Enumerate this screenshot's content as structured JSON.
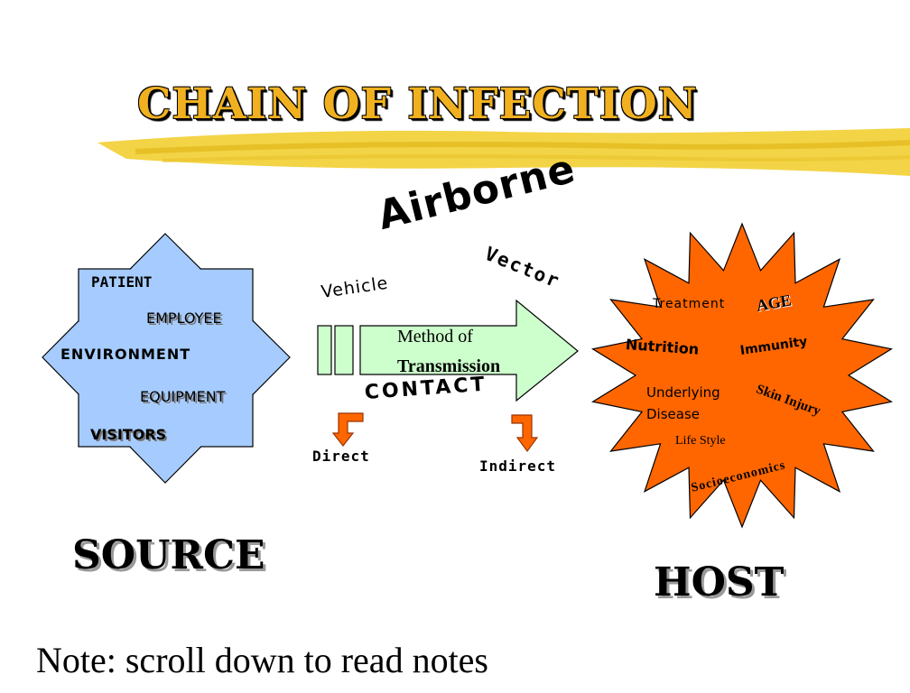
{
  "title": "CHAIN OF INFECTION",
  "source": {
    "label": "SOURCE",
    "items": [
      "PATIENT",
      "EMPLOYEE",
      "ENVIRONMENT",
      "EQUIPMENT",
      "VISITORS"
    ]
  },
  "transmission": {
    "arrow_label_line1": "Method of",
    "arrow_label_line2": "Transmission",
    "airborne": "Airborne",
    "vector": "Vector",
    "vehicle": "Vehicle",
    "contact": "CONTACT",
    "direct": "Direct",
    "indirect": "Indirect"
  },
  "host": {
    "label": "HOST",
    "factors": {
      "treatment": "Treatment",
      "age": "AGE",
      "nutrition": "Nutrition",
      "immunity": "Immunity",
      "underlying_line1": "Underlying",
      "underlying_line2": "Disease",
      "skin_injury": "Skin Injury",
      "life_style": "Life Style",
      "socioeconomics": "Socioeconomics"
    }
  },
  "note": "Note: scroll down to read notes",
  "colors": {
    "title": "#f0b020",
    "highlighter": "#f2d23c",
    "source_fill": "#a6ccff",
    "arrow_fill": "#ccffcc",
    "host_fill": "#ff6600",
    "contact_arrow": "#ff6600"
  }
}
